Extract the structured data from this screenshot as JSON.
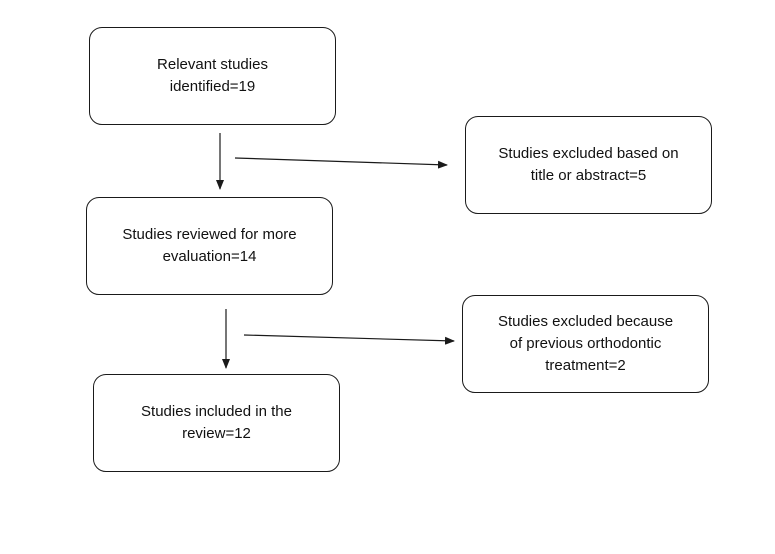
{
  "flowchart": {
    "boxes": [
      {
        "line1": "Relevant studies",
        "line2": "identified=19"
      },
      {
        "line1": "Studies excluded based on",
        "line2": "title or abstract=5"
      },
      {
        "line1": "Studies reviewed for more",
        "line2": "evaluation=14"
      },
      {
        "line1": "Studies excluded because",
        "line2": "of previous orthodontic",
        "line3": "treatment=2"
      },
      {
        "line1": "Studies included in the",
        "line2": "review=12"
      }
    ]
  }
}
